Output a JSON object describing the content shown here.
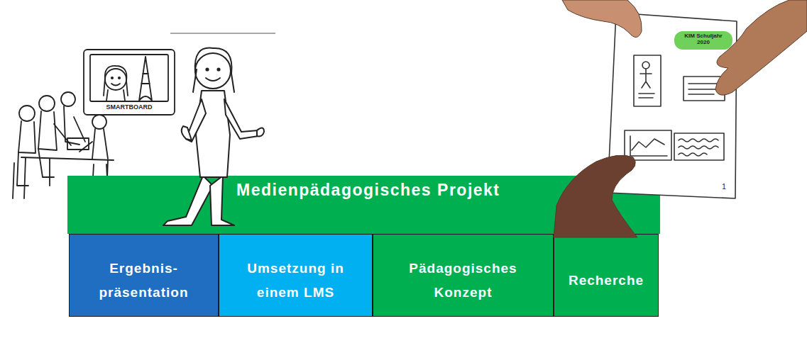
{
  "diagram": {
    "nodes": [
      {
        "text": [
          "Medienpädagogisches Projekt"
        ]
      },
      {
        "text": [
          "Ergebnis- präsentation"
        ]
      },
      {
        "text": [
          "Umsetzung in einem LMS"
        ]
      },
      {
        "text": [
          "Pädagogisches Konzept"
        ]
      },
      {
        "text": [
          "Recherche"
        ]
      }
    ],
    "labels": [
      "SMARTBOARD",
      "KIM Schuljahr 2020",
      "1"
    ]
  }
}
